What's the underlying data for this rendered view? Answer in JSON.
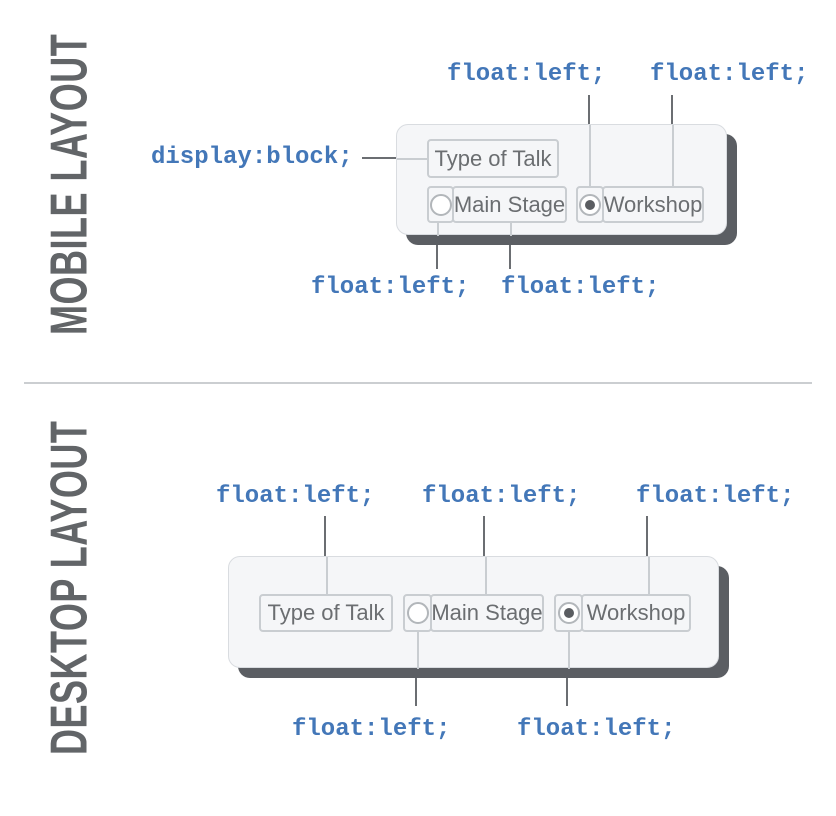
{
  "colors": {
    "annotation_blue": "#4377b8",
    "section_title_gray": "#626568",
    "leader_line_dark": "#6b6e72",
    "leader_line_light": "#c9cdd1",
    "panel_background": "#f5f6f8",
    "panel_shadow": "#5b5e63",
    "control_border": "#c9cdd1",
    "control_text": "#6b6e71",
    "radio_dot": "#5a5d61"
  },
  "sections": {
    "mobile": {
      "title": "MOBILE LAYOUT",
      "annotations": {
        "display_block": "display:block;",
        "float_top_1": "float:left;",
        "float_top_2": "float:left;",
        "float_bottom_1": "float:left;",
        "float_bottom_2": "float:left;"
      },
      "form": {
        "legend": "Type of Talk",
        "options": [
          {
            "label": "Main Stage",
            "checked": false
          },
          {
            "label": "Workshop",
            "checked": true
          }
        ]
      }
    },
    "desktop": {
      "title": "DESKTOP LAYOUT",
      "annotations": {
        "float_top_1": "float:left;",
        "float_top_2": "float:left;",
        "float_top_3": "float:left;",
        "float_bottom_1": "float:left;",
        "float_bottom_2": "float:left;"
      },
      "form": {
        "legend": "Type of Talk",
        "options": [
          {
            "label": "Main Stage",
            "checked": false
          },
          {
            "label": "Workshop",
            "checked": true
          }
        ]
      }
    }
  }
}
